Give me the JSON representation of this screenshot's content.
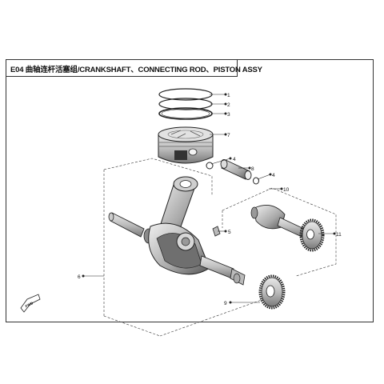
{
  "title": "E04 曲轴连杆活塞组/CRANKSHAFT、CONNECTING ROD、PISTON ASSY",
  "callouts": [
    {
      "id": "c1",
      "label": "1"
    },
    {
      "id": "c2",
      "label": "2"
    },
    {
      "id": "c3",
      "label": "3"
    },
    {
      "id": "c7",
      "label": "7"
    },
    {
      "id": "c4a",
      "label": "4"
    },
    {
      "id": "c8",
      "label": "8"
    },
    {
      "id": "c4b",
      "label": "4"
    },
    {
      "id": "c10",
      "label": "10"
    },
    {
      "id": "c5",
      "label": "5"
    },
    {
      "id": "c11",
      "label": "11"
    },
    {
      "id": "c6",
      "label": "6"
    },
    {
      "id": "c9",
      "label": "9"
    }
  ],
  "direction_label": "FWD"
}
